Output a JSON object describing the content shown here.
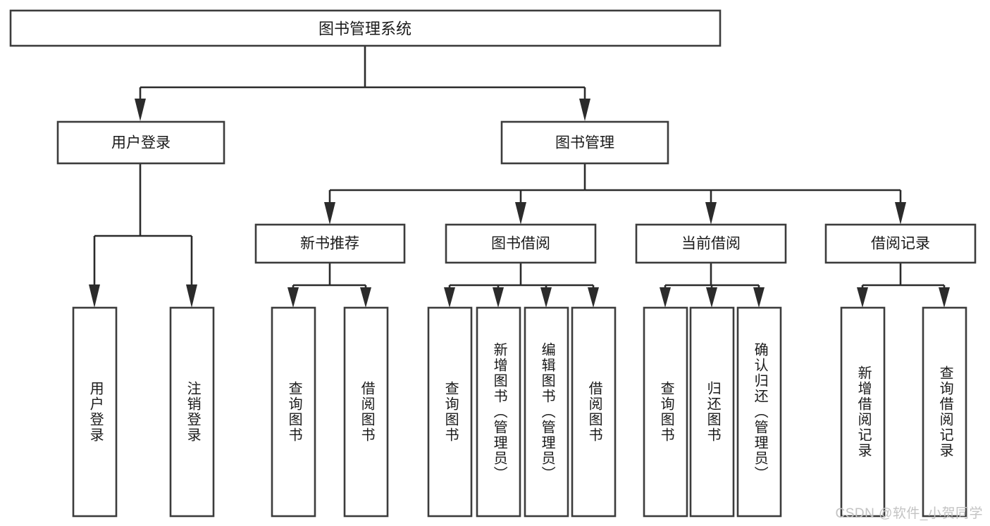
{
  "diagram": {
    "title": "图书管理系统",
    "watermark": "CSDN @软件_小贺同学",
    "colors": {
      "background": "#ffffff",
      "box_stroke": "#3c3c3c",
      "connector": "#2b2b2b",
      "text": "#1a1a1a",
      "watermark": "#c3c3c3"
    },
    "root": {
      "label": "图书管理系统"
    },
    "level1": [
      {
        "label": "用户登录"
      },
      {
        "label": "图书管理"
      }
    ],
    "level2": [
      {
        "label": "新书推荐"
      },
      {
        "label": "图书借阅"
      },
      {
        "label": "当前借阅"
      },
      {
        "label": "借阅记录"
      }
    ],
    "leaves": {
      "user_login": [
        {
          "label": "用户登录"
        },
        {
          "label": "注销登录"
        }
      ],
      "new_book": [
        {
          "label": "查询图书"
        },
        {
          "label": "借阅图书"
        }
      ],
      "book_borrow": [
        {
          "label": "查询图书"
        },
        {
          "label": "新增图书（管理员）"
        },
        {
          "label": "编辑图书（管理员）"
        },
        {
          "label": "借阅图书"
        }
      ],
      "current_borrow": [
        {
          "label": "查询图书"
        },
        {
          "label": "归还图书"
        },
        {
          "label": "确认归还（管理员）"
        }
      ],
      "borrow_record": [
        {
          "label": "新增借阅记录"
        },
        {
          "label": "查询借阅记录"
        }
      ]
    }
  }
}
